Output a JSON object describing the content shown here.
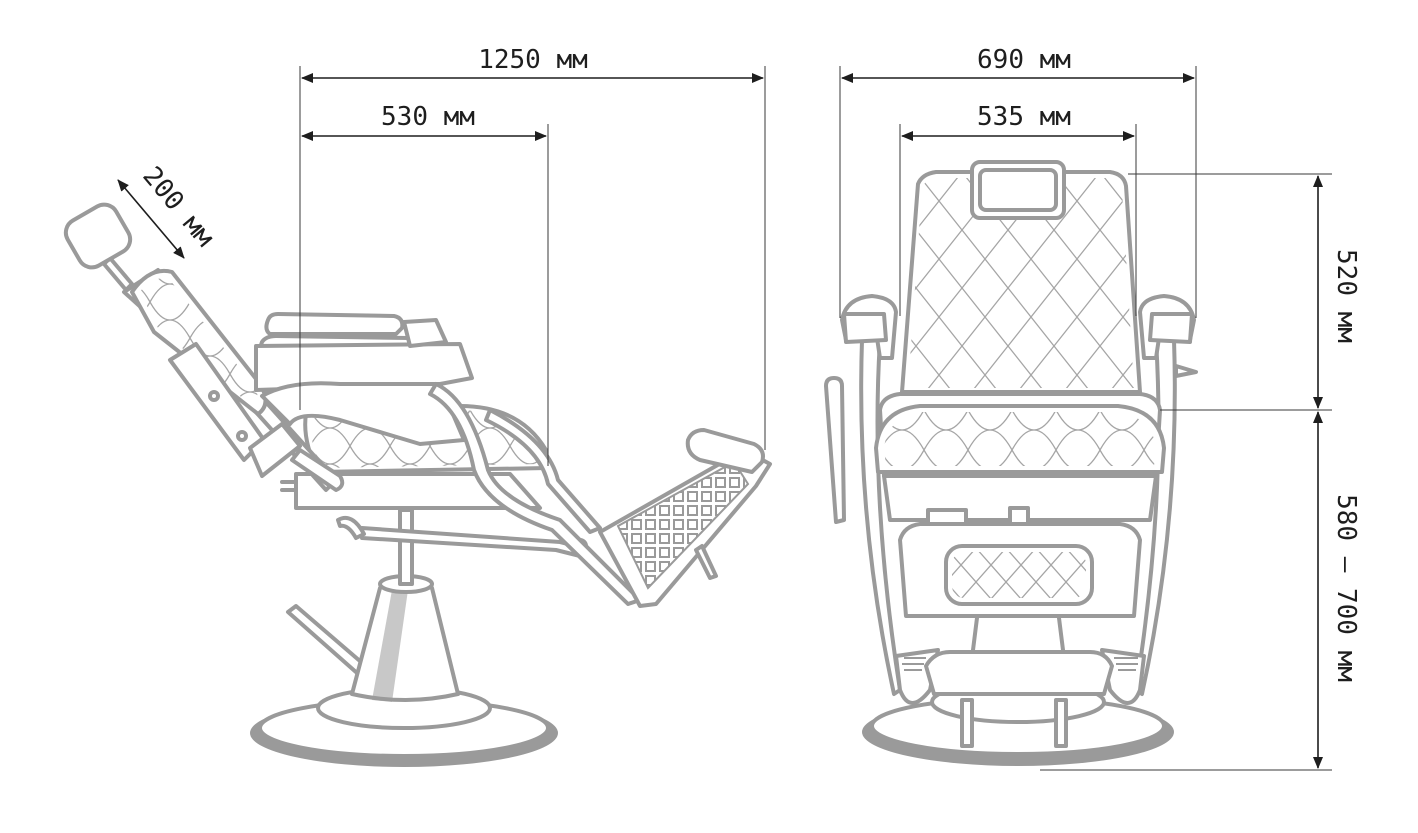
{
  "dimensions": {
    "side_total_length": "1250 мм",
    "side_seat_depth": "530 мм",
    "headrest_travel": "200 мм",
    "front_total_width": "690 мм",
    "front_seat_width": "535 мм",
    "backrest_height": "520 мм",
    "seat_height_range": "580 – 700 мм"
  },
  "colors": {
    "outline": "#9a9a9a",
    "dimension": "#1e1e1e",
    "background": "#ffffff"
  }
}
